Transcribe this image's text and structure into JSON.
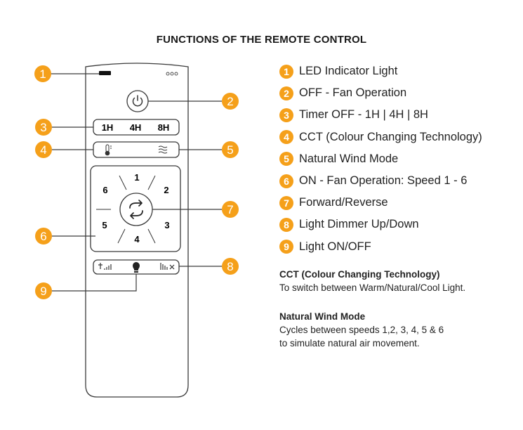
{
  "title": "FUNCTIONS OF THE REMOTE CONTROL",
  "colors": {
    "accent": "#f5a01a",
    "outline": "#3a3a3a"
  },
  "remote": {
    "timer_buttons": [
      "1H",
      "4H",
      "8H"
    ],
    "speed_numbers": [
      "1",
      "2",
      "3",
      "4",
      "5",
      "6"
    ],
    "icons": {
      "led": "led-indicator-icon",
      "dots": "three-dots-icon",
      "power": "power-icon",
      "cct": "thermometer-icon",
      "wind": "wind-wave-icon",
      "reverse": "rotate-arrows-icon",
      "dim": "dimmer-bars-icon",
      "bulb": "light-bulb-icon",
      "bright": "brightness-bars-icon"
    }
  },
  "callouts": [
    "1",
    "2",
    "3",
    "4",
    "5",
    "6",
    "7",
    "8",
    "9"
  ],
  "legend": [
    {
      "num": "1",
      "text": "LED Indicator Light"
    },
    {
      "num": "2",
      "text": "OFF - Fan Operation"
    },
    {
      "num": "3",
      "text": "Timer OFF - 1H | 4H | 8H"
    },
    {
      "num": "4",
      "text": "CCT (Colour Changing Technology)"
    },
    {
      "num": "5",
      "text": "Natural Wind Mode"
    },
    {
      "num": "6",
      "text": "ON - Fan Operation: Speed 1 - 6"
    },
    {
      "num": "7",
      "text": "Forward/Reverse"
    },
    {
      "num": "8",
      "text": "Light Dimmer Up/Down"
    },
    {
      "num": "9",
      "text": "Light ON/OFF"
    }
  ],
  "notes": [
    {
      "heading": "CCT (Colour Changing Technology)",
      "lines": [
        "To switch between Warm/Natural/Cool Light."
      ]
    },
    {
      "heading": "Natural Wind Mode",
      "lines": [
        "Cycles between speeds 1,2, 3, 4, 5 & 6",
        "to simulate natural air movement."
      ]
    }
  ]
}
